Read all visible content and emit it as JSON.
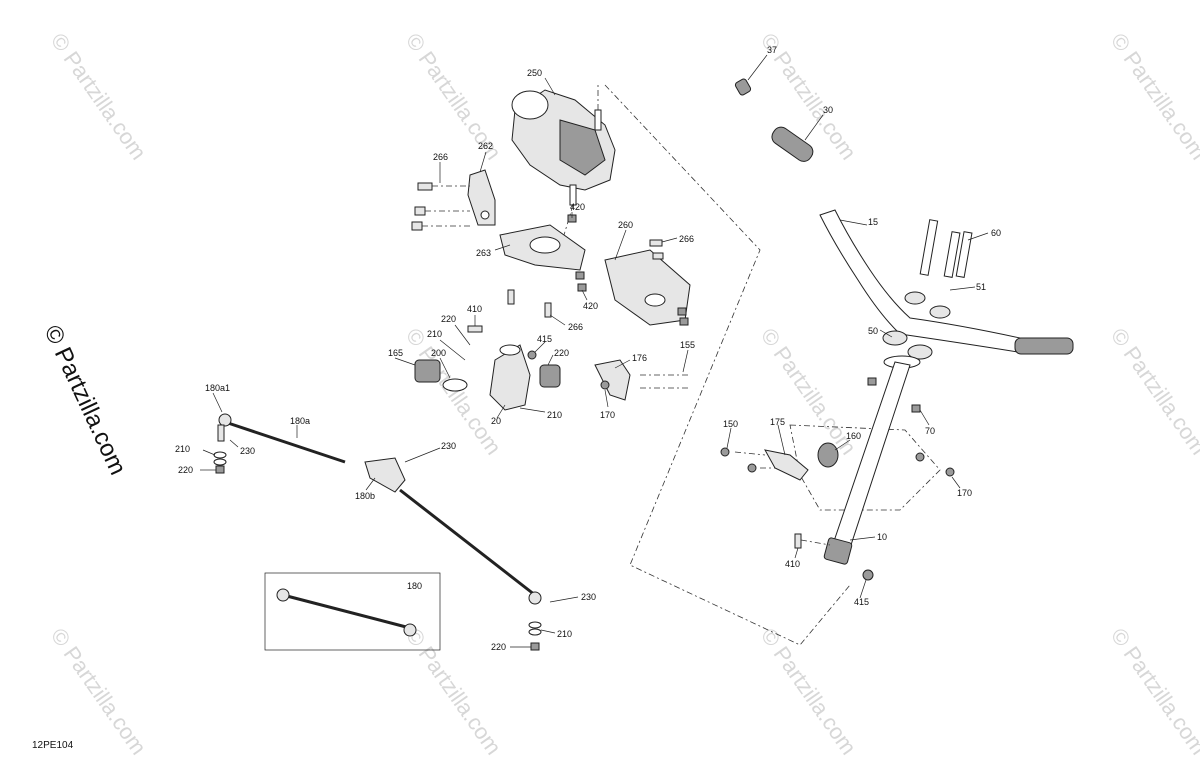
{
  "diagram_code": "12PE104",
  "watermark": "© Partzilla.com",
  "side_watermark": "© Partzilla.com",
  "labels": {
    "l250": "250",
    "l266a": "266",
    "l262": "262",
    "l420a": "420",
    "l263": "263",
    "l260": "260",
    "l266b": "266",
    "l420b": "420",
    "l266c": "266",
    "l410a": "410",
    "l220a": "220",
    "l210a": "210",
    "l415a": "415",
    "l220b": "220",
    "l165": "165",
    "l200": "200",
    "l176": "176",
    "l155": "155",
    "l170a": "170",
    "l20": "20",
    "l210b": "210",
    "l180a1": "180a1",
    "l180a": "180a",
    "l210c": "210",
    "l230a": "230",
    "l220c": "220",
    "l230b": "230",
    "l180b": "180b",
    "l180": "180",
    "l230c": "230",
    "l210d": "210",
    "l220d": "220",
    "l37": "37",
    "l30": "30",
    "l15": "15",
    "l60": "60",
    "l51": "51",
    "l50": "50",
    "l70": "70",
    "l150": "150",
    "l175": "175",
    "l160": "160",
    "l170b": "170",
    "l10": "10",
    "l410b": "410",
    "l415b": "415"
  }
}
